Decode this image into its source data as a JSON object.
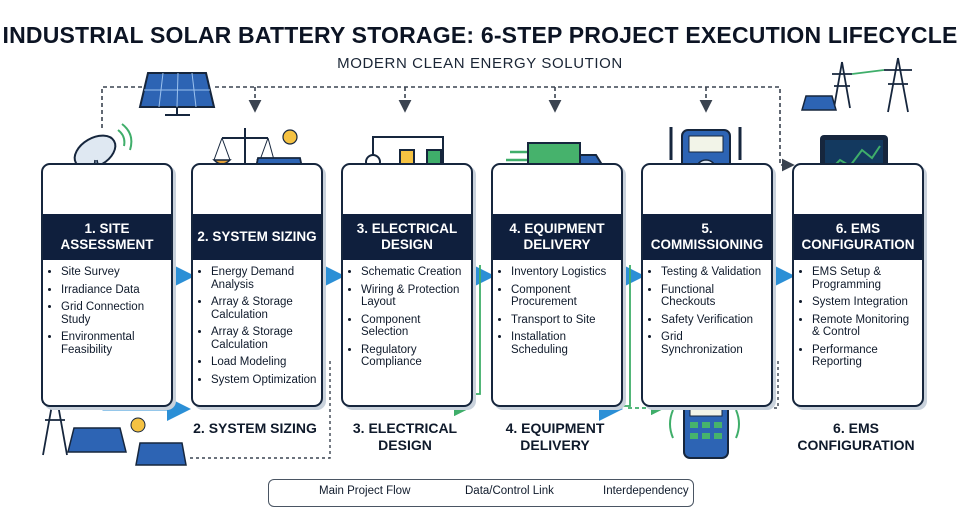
{
  "header": {
    "title": "INDUSTRIAL SOLAR BATTERY STORAGE: 6-STEP PROJECT EXECUTION LIFECYCLE",
    "subtitle": "MODERN CLEAN ENERGY SOLUTION"
  },
  "steps": [
    {
      "title": "1. SITE ASSESSMENT",
      "items": [
        "Site Survey",
        "Irradiance Data",
        "Grid Connection Study",
        "Environmental Feasibility"
      ],
      "below": ""
    },
    {
      "title": "2. SYSTEM SIZING",
      "items": [
        "Energy Demand Analysis",
        "Array & Storage Calculation",
        "Array & Storage Calculation",
        "Load Modeling",
        "System Optimization"
      ],
      "below": "2. SYSTEM SIZING"
    },
    {
      "title": "3. ELECTRICAL DESIGN",
      "items": [
        "Schematic Creation",
        "Wiring & Protection Layout",
        "Component Selection",
        "Regulatory Compliance"
      ],
      "below": "3. ELECTRICAL DESIGN"
    },
    {
      "title": "4. EQUIPMENT DELIVERY",
      "items": [
        "Inventory Logistics",
        "Component Procurement",
        "Transport to Site",
        "Installation Scheduling"
      ],
      "below": "4. EQUIPMENT DELIVERY"
    },
    {
      "title": "5. COMMISSIONING",
      "items": [
        "Testing & Validation",
        "Functional Checkouts",
        "Safety Verification",
        "Grid Synchronization"
      ],
      "below": ""
    },
    {
      "title": "6. EMS CONFIGURATION",
      "items": [
        "EMS Setup & Programming",
        "System Integration",
        "Remote Monitoring & Control",
        "Performance Reporting"
      ],
      "below": "6. EMS CONFIGURATION"
    }
  ],
  "legend": {
    "main_flow": "Main Project Flow",
    "data_link": "Data/Control Link",
    "interdependency": "Interdependency"
  },
  "colors": {
    "main_flow": "#2b8fd6",
    "data_link": "#3fae6a",
    "interdependency": "#3a4350",
    "card_header": "#0f1f3d"
  }
}
